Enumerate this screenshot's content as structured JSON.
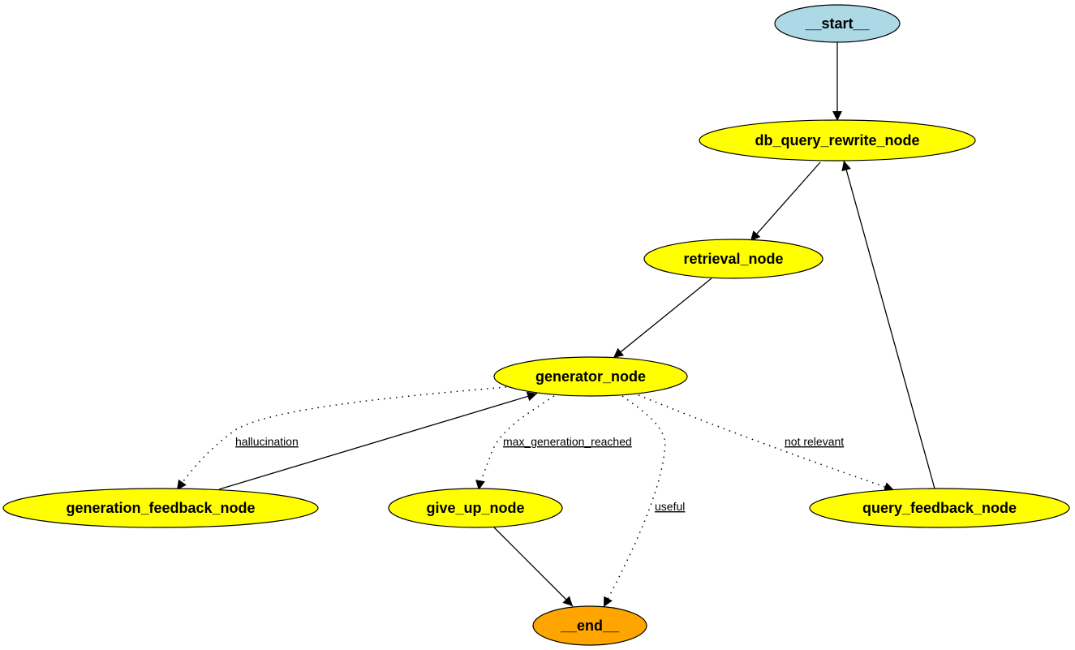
{
  "graph": {
    "nodes": [
      {
        "id": "__start__",
        "label": "__start__",
        "fill": "#add8e6"
      },
      {
        "id": "db_query_rewrite_node",
        "label": "db_query_rewrite_node",
        "fill": "#ffff00"
      },
      {
        "id": "retrieval_node",
        "label": "retrieval_node",
        "fill": "#ffff00"
      },
      {
        "id": "generator_node",
        "label": "generator_node",
        "fill": "#ffff00"
      },
      {
        "id": "generation_feedback_node",
        "label": "generation_feedback_node",
        "fill": "#ffff00"
      },
      {
        "id": "give_up_node",
        "label": "give_up_node",
        "fill": "#ffff00"
      },
      {
        "id": "query_feedback_node",
        "label": "query_feedback_node",
        "fill": "#ffff00"
      },
      {
        "id": "__end__",
        "label": "__end__",
        "fill": "#ffa500"
      }
    ],
    "edges": [
      {
        "from": "__start__",
        "to": "db_query_rewrite_node",
        "label": "",
        "style": "solid"
      },
      {
        "from": "db_query_rewrite_node",
        "to": "retrieval_node",
        "label": "",
        "style": "solid"
      },
      {
        "from": "retrieval_node",
        "to": "generator_node",
        "label": "",
        "style": "solid"
      },
      {
        "from": "generator_node",
        "to": "generation_feedback_node",
        "label": "hallucination",
        "style": "dotted"
      },
      {
        "from": "generation_feedback_node",
        "to": "generator_node",
        "label": "",
        "style": "solid"
      },
      {
        "from": "generator_node",
        "to": "give_up_node",
        "label": "max_generation_reached",
        "style": "dotted"
      },
      {
        "from": "generator_node",
        "to": "__end__",
        "label": "useful",
        "style": "dotted"
      },
      {
        "from": "generator_node",
        "to": "query_feedback_node",
        "label": "not relevant",
        "style": "dotted"
      },
      {
        "from": "query_feedback_node",
        "to": "db_query_rewrite_node",
        "label": "",
        "style": "solid"
      },
      {
        "from": "give_up_node",
        "to": "__end__",
        "label": "",
        "style": "solid"
      }
    ]
  }
}
